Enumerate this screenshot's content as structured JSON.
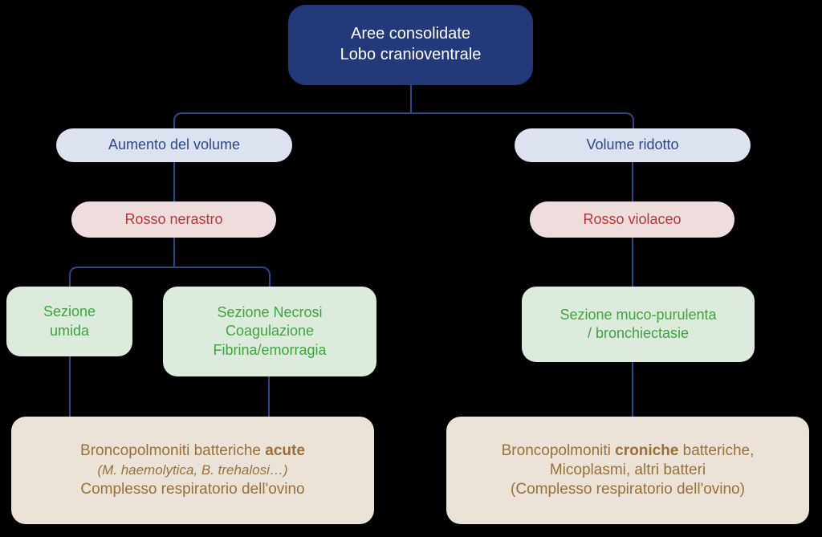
{
  "diagram": {
    "title": "Aree consolidate - Lobo cranioventrale",
    "background_color": "#000000",
    "colors": {
      "root_fill": "#23397a",
      "root_text": "#ffffff",
      "blue_fill": "#dce2ef",
      "blue_text": "#2d4784",
      "pink_fill": "#efdcdc",
      "pink_text": "#b23838",
      "green_fill": "#ddebdc",
      "green_text": "#3fa23f",
      "beige_fill": "#ebe3d8",
      "beige_text": "#9a6f38",
      "connector": "#2d4784"
    },
    "nodes": {
      "root": {
        "line1": "Aree consolidate",
        "line2": "Lobo cranioventrale"
      },
      "left_volume": {
        "label": "Aumento del volume"
      },
      "right_volume": {
        "label": "Volume ridotto"
      },
      "left_color": {
        "label": "Rosso nerastro"
      },
      "right_color": {
        "label": "Rosso violaceo"
      },
      "left_section_wet": {
        "line1": "Sezione",
        "line2": "umida"
      },
      "left_section_necrosis": {
        "line1": "Sezione Necrosi",
        "line2": "Coagulazione",
        "line3": "Fibrina/emorragia"
      },
      "right_section": {
        "line1": "Sezione muco-purulenta",
        "line2": "/ bronchiectasie"
      },
      "left_outcome": {
        "line1_pre": "Broncopolmoniti batteriche ",
        "line1_bold": "acute",
        "line2_italic": "(M. haemolytica, B. trehalosi…)",
        "line3": "Complesso respiratorio dell'ovino"
      },
      "right_outcome": {
        "line1_pre": "Broncopolmoniti ",
        "line1_bold": "croniche",
        "line1_post": " batteriche,",
        "line2": "Micoplasmi, altri batteri",
        "line3": "(Complesso respiratorio dell'ovino)"
      }
    }
  }
}
